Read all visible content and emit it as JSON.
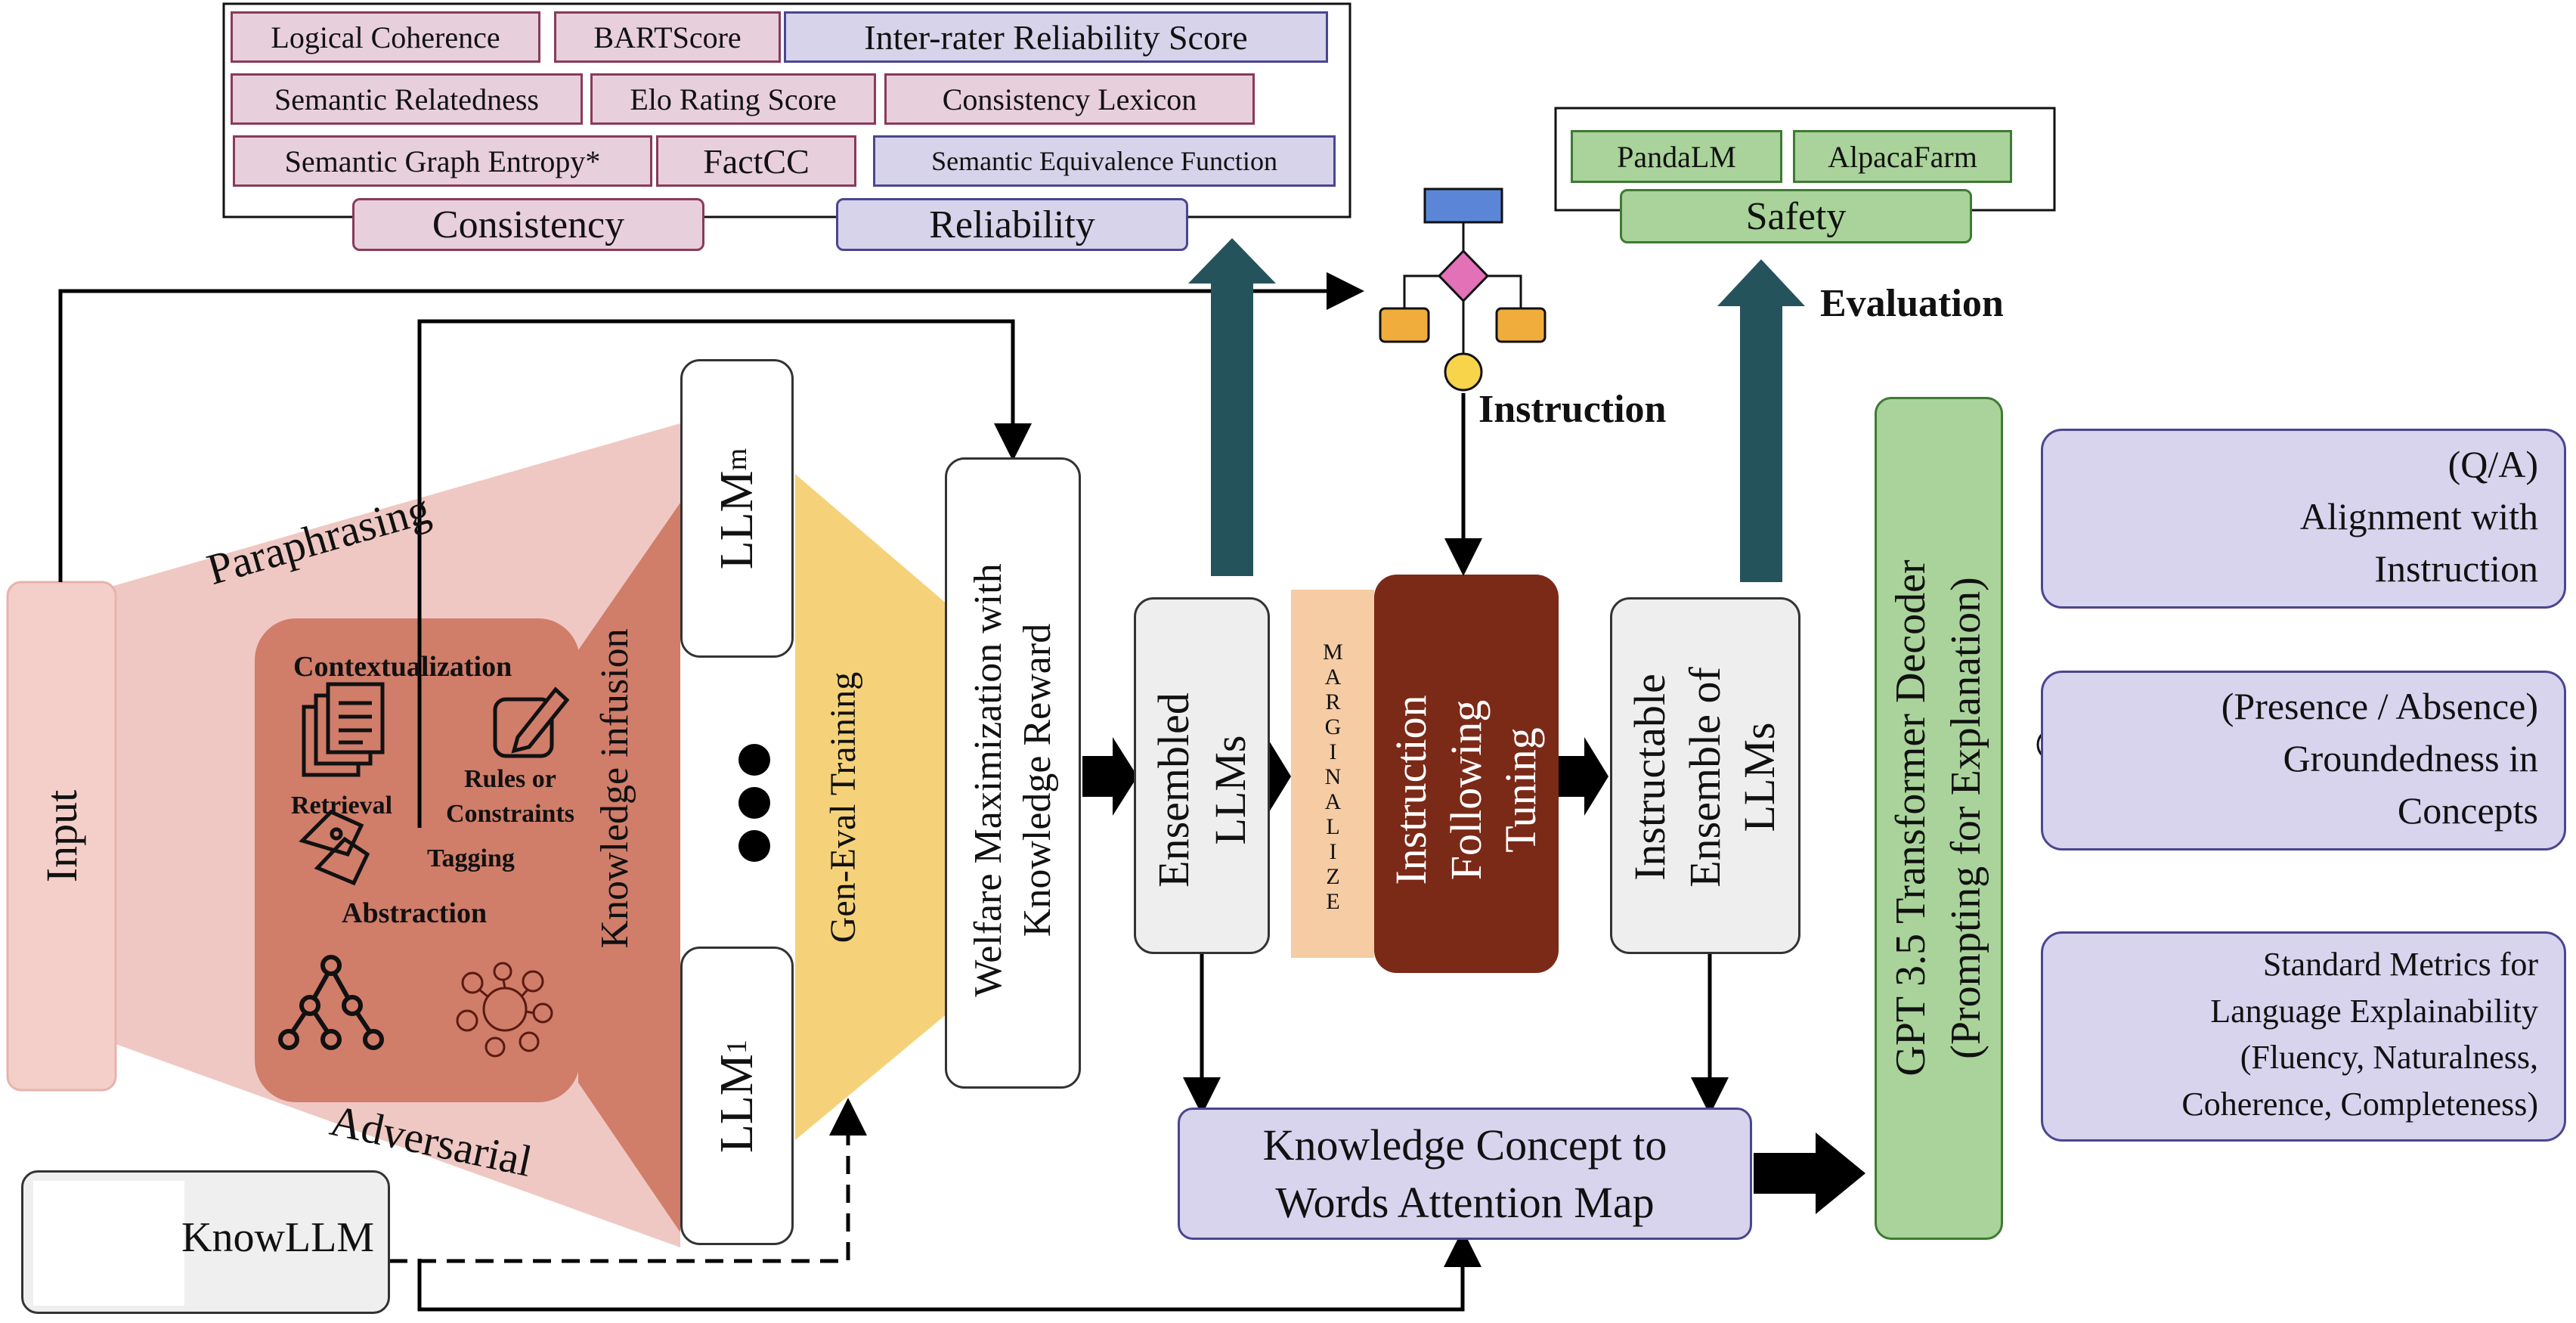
{
  "consistency_panel": {
    "metrics_row1": [
      "Logical Coherence",
      "BARTScore",
      "Inter-rater Reliability Score"
    ],
    "metrics_row2": [
      "Semantic Relatedness",
      "Elo Rating Score",
      "Consistency Lexicon"
    ],
    "metrics_row3": [
      "Semantic Graph Entropy*",
      "FactCC",
      "Semantic Equivalence Function"
    ],
    "consistency_label": "Consistency",
    "reliability_label": "Reliability"
  },
  "safety_panel": {
    "metrics": [
      "PandaLM",
      "AlpacaFarm"
    ],
    "safety_label": "Safety"
  },
  "evaluation_label": "Evaluation",
  "instruction_label": "Instruction",
  "input_label": "Input",
  "paraphrasing_label": "Paraphrasing",
  "adversarial_label": "Adversarial",
  "knowledge_box": {
    "contextualization": "Contextualization",
    "retrieval": "Retrieval",
    "rules_line1": "Rules or",
    "rules_line2": "Constraints",
    "tagging": "Tagging",
    "abstraction": "Abstraction"
  },
  "knowledge_infusion_label": "Knowledge infusion",
  "llm_top": {
    "base": "LLM",
    "sub": "m"
  },
  "llm_bottom": {
    "base": "LLM",
    "sub": "1"
  },
  "gen_eval_label": "Gen-Eval Training",
  "welfare_line1": "Welfare Maximization with",
  "welfare_line2": "Knowledge Reward",
  "ensembled_line1": "Ensembled",
  "ensembled_line2": "LLMs",
  "marginalize_label": "MARGINALIZE",
  "tuning_lines": [
    "Instruction",
    "Following",
    "Tuning"
  ],
  "instructable_lines": [
    "Instructable",
    "Ensemble of",
    "LLMs"
  ],
  "attention_map_line1": "Knowledge Concept  to",
  "attention_map_line2": "Words Attention Map",
  "knowllm_label": "KnowLLM",
  "gpt_line1": "GPT 3.5 Transformer Decoder",
  "gpt_line2": "(Prompting for Explanation)",
  "side_boxes": {
    "alignment": [
      "(Q/A)",
      "Alignment with",
      "Instruction"
    ],
    "groundedness": [
      "(Presence / Absence)",
      "Groundedness in",
      "Concepts"
    ],
    "standard": [
      "Standard Metrics for",
      "Language Explainability",
      "(Fluency, Naturalness,",
      "Coherence, Completeness)"
    ]
  },
  "colors": {
    "pink_fill": "#e8cfdc",
    "lavender_fill": "#d7d3ea",
    "green_fill": "#a9d39a",
    "salmon": "#d07d6a",
    "yellow": "#f5d27a",
    "maroon": "#7b2a18",
    "teal": "#25535c"
  }
}
